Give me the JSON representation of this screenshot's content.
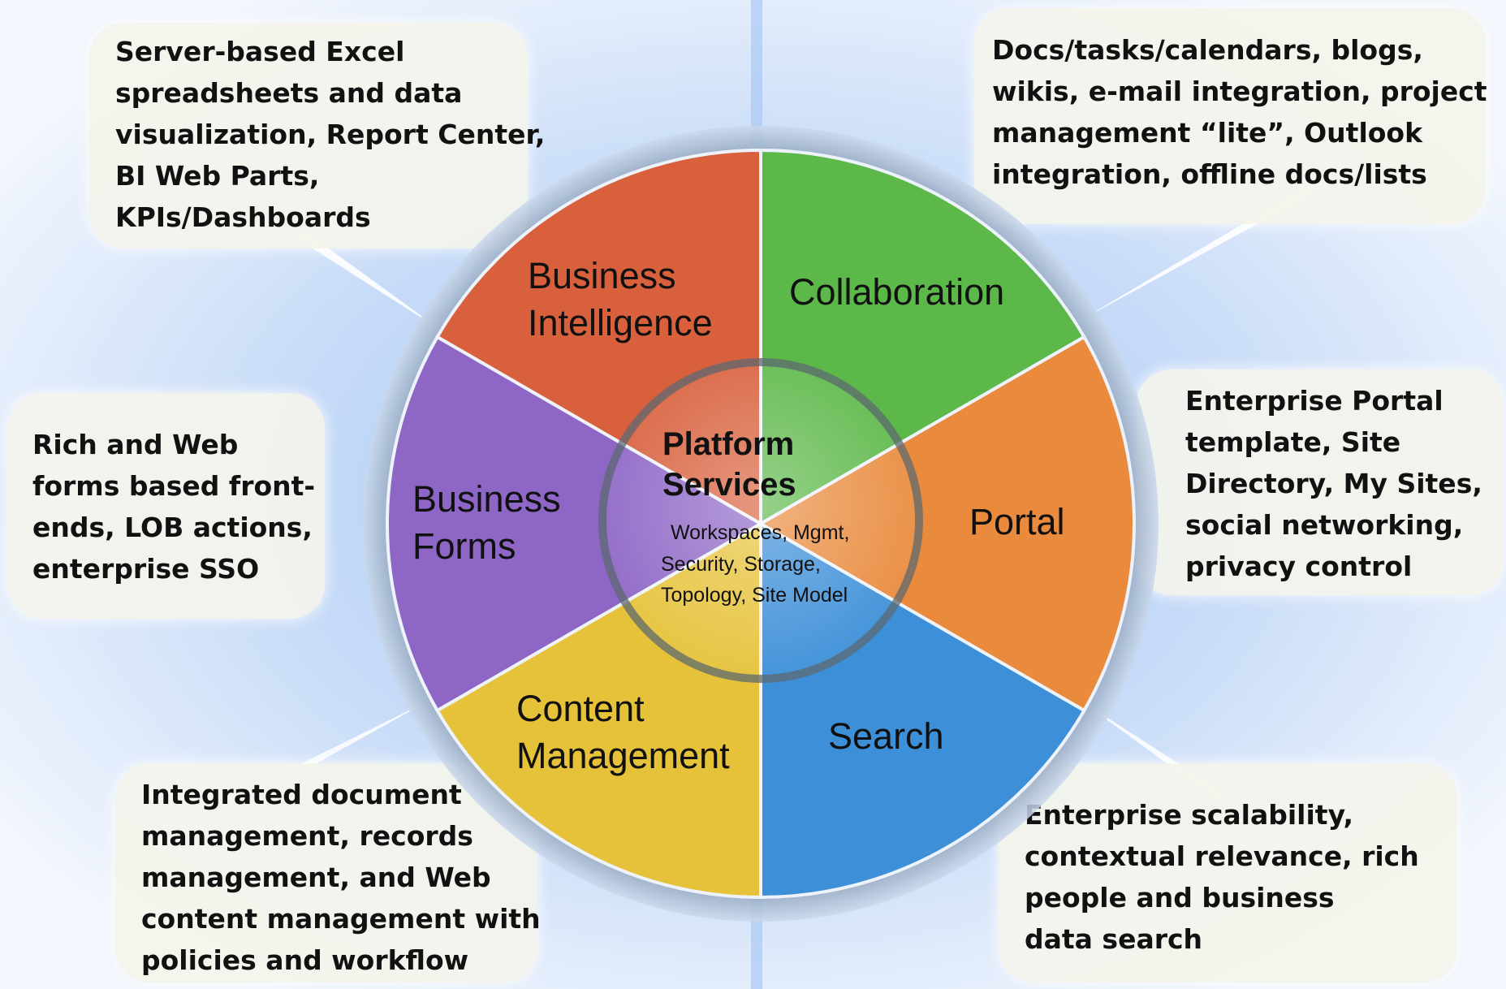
{
  "colors": {
    "business_intelligence": "#d8603c",
    "collaboration": "#5cb849",
    "portal": "#e98a3c",
    "search": "#3d8fd8",
    "content_management": "#e6c23a",
    "business_forms": "#8d66c6",
    "hub": "#b8a890",
    "background_tint": "#dce8fb"
  },
  "center": {
    "title_lines": [
      "Platform",
      "Services"
    ],
    "subtitle_lines": [
      "Workspaces, Mgmt,",
      "Security, Storage,",
      "Topology, Site Model"
    ]
  },
  "segments": [
    {
      "key": "business_intelligence",
      "lines": [
        "Business",
        "Intelligence"
      ]
    },
    {
      "key": "collaboration",
      "lines": [
        "Collaboration"
      ]
    },
    {
      "key": "portal",
      "lines": [
        "Portal"
      ]
    },
    {
      "key": "search",
      "lines": [
        "Search"
      ]
    },
    {
      "key": "content_management",
      "lines": [
        "Content",
        "Management"
      ]
    },
    {
      "key": "business_forms",
      "lines": [
        "Business",
        "Forms"
      ]
    }
  ],
  "callouts": {
    "business_intelligence": [
      "Server-based Excel",
      "spreadsheets and data",
      "visualization, Report Center,",
      "BI Web Parts,",
      "KPIs/Dashboards"
    ],
    "collaboration": [
      "Docs/tasks/calendars, blogs,",
      "wikis, e-mail integration, project",
      "management “lite”, Outlook",
      "integration, offline docs/lists"
    ],
    "business_forms": [
      "Rich and Web",
      "forms based front-",
      "ends, LOB actions,",
      "enterprise SSO"
    ],
    "portal": [
      "Enterprise Portal",
      "template, Site",
      "Directory, My Sites,",
      "social networking,",
      "privacy control"
    ],
    "content_management": [
      "Integrated document",
      "management, records",
      "management, and Web",
      "content management with",
      "policies and workflow"
    ],
    "search": [
      "Enterprise scalability,",
      "contextual relevance, rich",
      "people and business",
      "data search"
    ]
  }
}
